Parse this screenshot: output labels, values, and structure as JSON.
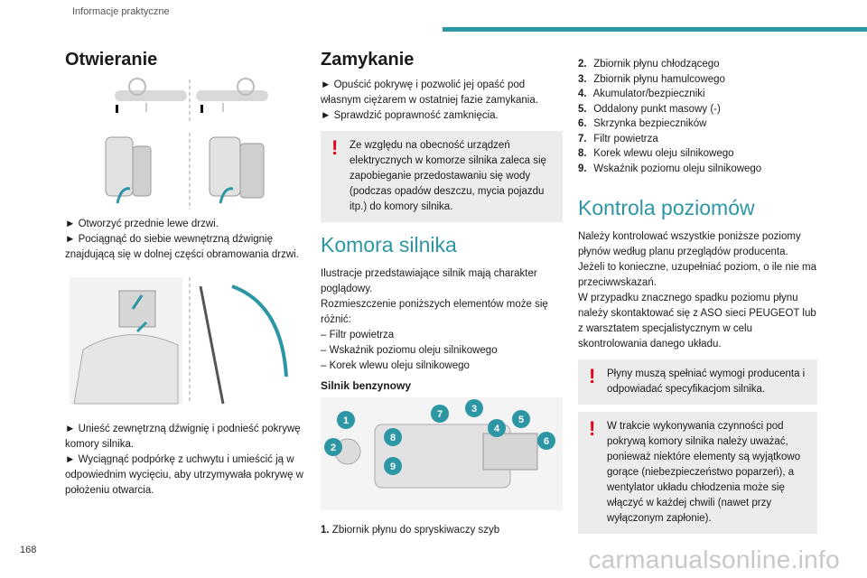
{
  "header": {
    "section": "Informacje praktyczne",
    "accent_color": "#2d96a4"
  },
  "page_number": "168",
  "watermark": "carmanualsonline.info",
  "col1": {
    "title": "Otwieranie",
    "steps_a": [
      "► Otworzyć przednie lewe drzwi.",
      "► Pociągnąć do siebie wewnętrzną dźwignię znajdującą się w dolnej części obramowania drzwi."
    ],
    "steps_b": [
      "► Unieść zewnętrzną dźwignię i podnieść pokrywę komory silnika.",
      "► Wyciągnąć podpórkę z uchwytu i umieścić ją w odpowiednim wycięciu, aby utrzymywała pokrywę w położeniu otwarcia."
    ]
  },
  "col2": {
    "title": "Zamykanie",
    "steps": [
      "► Opuścić pokrywę i pozwolić jej opaść pod własnym ciężarem w ostatniej fazie zamykania.",
      "► Sprawdzić poprawność zamknięcia."
    ],
    "warning": "Ze względu na obecność urządzeń elektrycznych w komorze silnika zaleca się zapobieganie przedostawaniu się wody (podczas opadów deszczu, mycia pojazdu itp.) do komory silnika.",
    "section_title": "Komora silnika",
    "intro": "Ilustracje przedstawiające silnik mają charakter poglądowy.",
    "intro2": "Rozmieszczenie poniższych elementów może się różnić:",
    "dash_items": [
      "– Filtr powietrza",
      "– Wskaźnik poziomu oleju silnikowego",
      "– Korek wlewu oleju silnikowego"
    ],
    "subsection": "Silnik benzynowy",
    "engine_labels": [
      "1",
      "2",
      "3",
      "4",
      "5",
      "6",
      "7",
      "8",
      "9"
    ],
    "item1": {
      "num": "1.",
      "text": "Zbiornik płynu do spryskiwaczy szyb"
    }
  },
  "col3": {
    "items": [
      {
        "num": "2.",
        "text": "Zbiornik płynu chłodzącego"
      },
      {
        "num": "3.",
        "text": "Zbiornik płynu hamulcowego"
      },
      {
        "num": "4.",
        "text": "Akumulator/bezpieczniki"
      },
      {
        "num": "5.",
        "text": "Oddalony punkt masowy (-)"
      },
      {
        "num": "6.",
        "text": "Skrzynka bezpieczników"
      },
      {
        "num": "7.",
        "text": "Filtr powietrza"
      },
      {
        "num": "8.",
        "text": "Korek wlewu oleju silnikowego"
      },
      {
        "num": "9.",
        "text": "Wskaźnik poziomu oleju silnikowego"
      }
    ],
    "section_title": "Kontrola poziomów",
    "para1": "Należy kontrolować wszystkie poniższe poziomy płynów według planu przeglądów producenta. Jeżeli to konieczne, uzupełniać poziom, o ile nie ma przeciwwskazań.",
    "para2": "W przypadku znacznego spadku poziomu płynu należy skontaktować się z ASO sieci PEUGEOT lub z warsztatem specjalistycznym w celu skontrolowania danego układu.",
    "warning1": "Płyny muszą spełniać wymogi producenta i odpowiadać specyfikacjom silnika.",
    "warning2": "W trakcie wykonywania czynności pod pokrywą komory silnika należy uważać, ponieważ niektóre elementy są wyjątkowo gorące (niebezpieczeństwo poparzeń), a wentylator układu chłodzenia może się włączyć w każdej chwili (nawet przy wyłączonym zapłonie)."
  }
}
